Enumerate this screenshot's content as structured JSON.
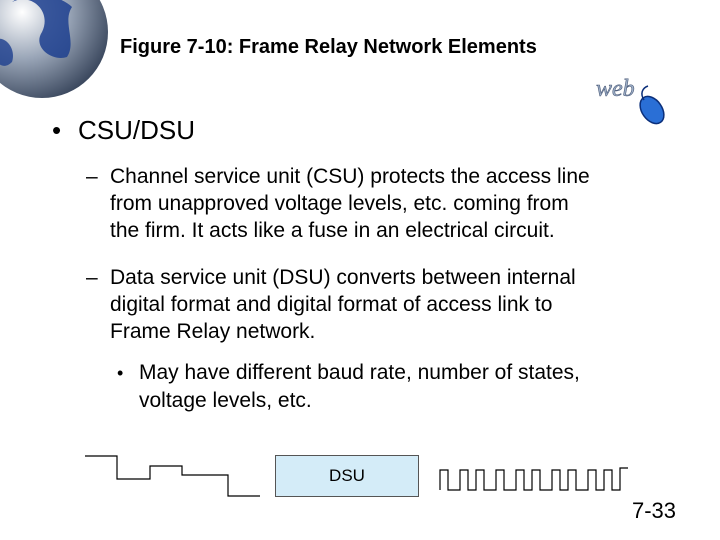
{
  "slide": {
    "title": "Figure 7-10: Frame Relay Network Elements",
    "bullet": "CSU/DSU",
    "bullet_marker": "•",
    "dash_marker": "–",
    "sub_marker": "•",
    "para1": [
      "Channel service unit (CSU) protects the access line",
      "from unapproved voltage levels, etc. coming from",
      "the firm. It acts like a fuse in an electrical circuit."
    ],
    "para2": [
      "Data service unit (DSU) converts between internal",
      "digital format and digital format of access link to",
      "Frame Relay network."
    ],
    "sub_bullet": [
      "May have different baud rate, number of states,",
      "voltage levels, etc."
    ],
    "dsu_label": "DSU",
    "page_number": "7-33",
    "logo_text": "web"
  },
  "colors": {
    "dsu_fill": "#d4ecf8",
    "globe_blue": "#1d3f8f",
    "mouse_blue": "#2a6fd6"
  }
}
